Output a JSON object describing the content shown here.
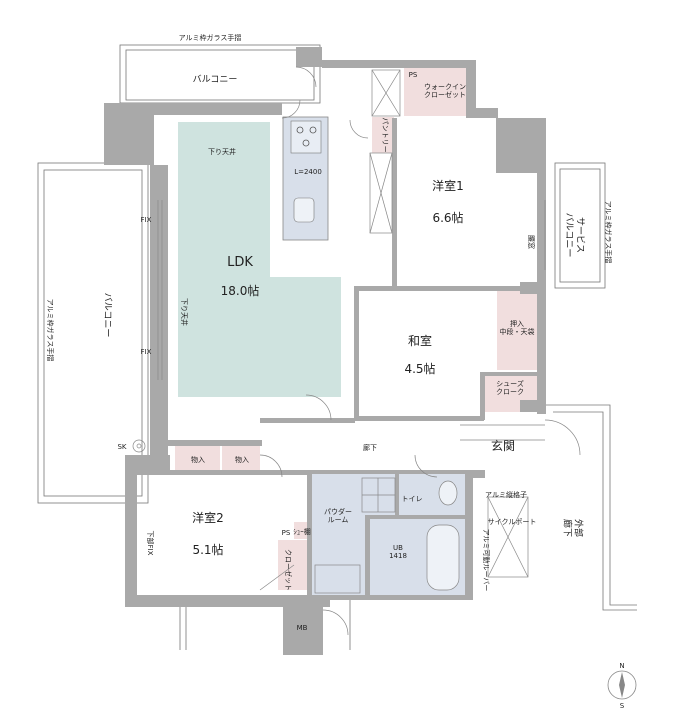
{
  "colors": {
    "wall": "#a9a9a9",
    "ceiling_overlay": "#cfe3df",
    "wet_area": "#d8dfea",
    "storage": "#f1dede",
    "line": "#777777",
    "text": "#222222"
  },
  "labels": {
    "balcony_top": "バルコニー",
    "railing_top": "アルミ枠ガラス手摺",
    "ps_top": "PS",
    "walk_in_closet": "ウォークイン\nクローゼット",
    "pantry": "パントリー",
    "kitchen_length": "L=2400",
    "drop_ceiling_top": "下り天井",
    "ldk": "LDK",
    "ldk_size": "18.0帖",
    "drop_ceiling_left": "下り天井",
    "balcony_left": "バルコニー",
    "railing_left": "アルミ枠ガラス手摺",
    "fix_upper": "FIX",
    "fix_lower": "FIX",
    "sk": "SK",
    "western1": "洋室1",
    "western1_size": "6.6帖",
    "service_balcony": "サービス\nバルコニー",
    "railing_right": "アルミ枠ガラス手摺",
    "kabe_right": "腰窓",
    "japanese": "和室",
    "japanese_size": "4.5帖",
    "oshiire": "押入\n中段・天袋",
    "shoes_cloak": "シューズ\nクローク",
    "corridor": "廊下",
    "entrance": "玄関",
    "storage1": "物入",
    "storage2": "物入",
    "western2": "洋室2",
    "western2_size": "5.1帖",
    "lower_fix": "下部FIX",
    "powder_room": "パウダー\nルーム",
    "toilet": "トイレ",
    "ub": "UB\n1418",
    "ps_bottom": "PS",
    "closet": "クローゼット",
    "shelf": "ｼｭｰ棚",
    "alum_lattice": "アルミ縦格子",
    "cycle_port": "サイクルポート",
    "alum_louver": "アルミ可動ルーバー",
    "outer_corridor": "外部\n廊下",
    "mb": "MB",
    "compass_n": "N",
    "compass_s": "S"
  }
}
